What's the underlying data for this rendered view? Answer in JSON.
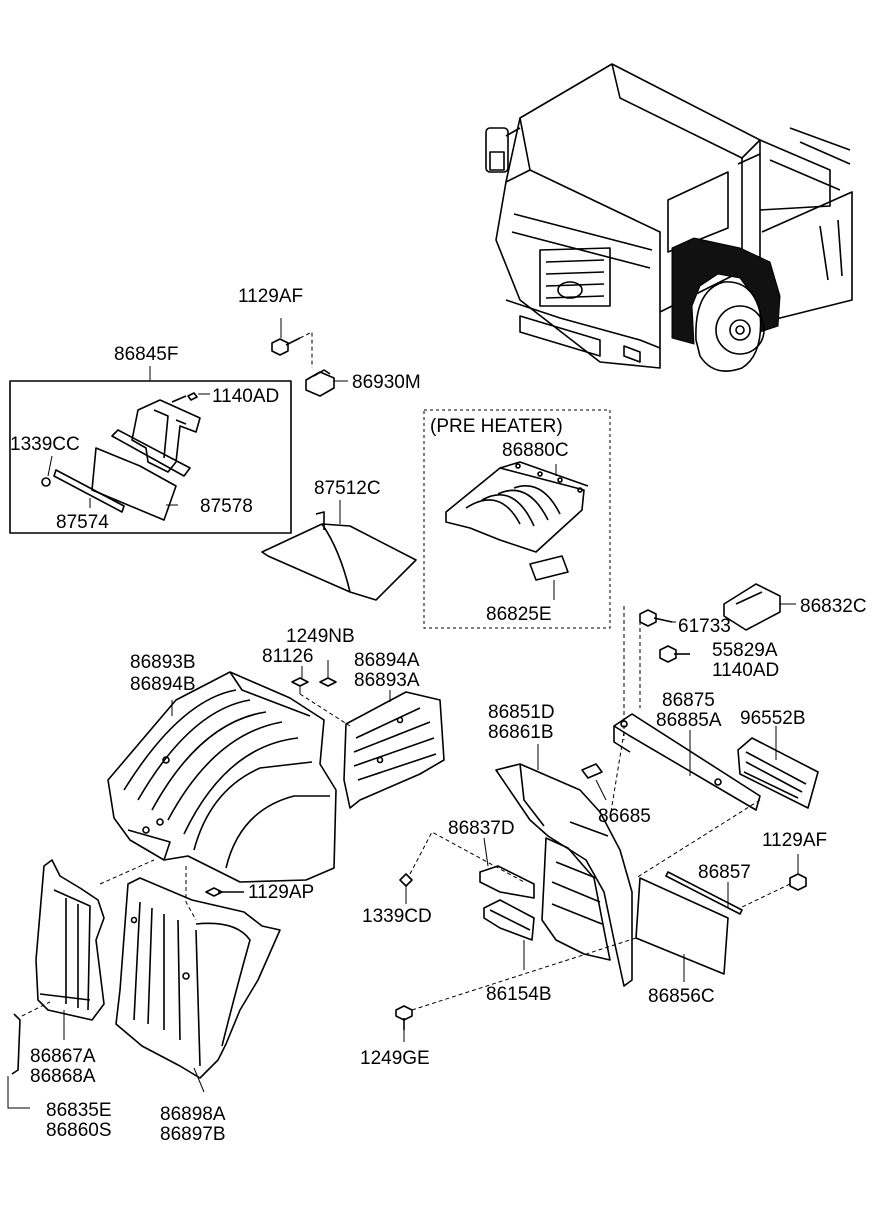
{
  "labels": {
    "l_1129AF_top": "1129AF",
    "l_86845F": "86845F",
    "l_86930M": "86930M",
    "l_1140AD_left": "1140AD",
    "l_1339CC": "1339CC",
    "l_87578": "87578",
    "l_87574": "87574",
    "l_pre_heater": "(PRE HEATER)",
    "l_86880C": "86880C",
    "l_87512C": "87512C",
    "l_86825E": "86825E",
    "l_86832C": "86832C",
    "l_61733": "61733",
    "l_1249NB": "1249NB",
    "l_81126": "81126",
    "l_86893B": "86893B",
    "l_86894B": "86894B",
    "l_86894A": "86894A",
    "l_86893A": "86893A",
    "l_55829A": "55829A",
    "l_1140AD_right": "1140AD",
    "l_86875": "86875",
    "l_86885A": "86885A",
    "l_96552B": "96552B",
    "l_86851D": "86851D",
    "l_86861B": "86861B",
    "l_86685": "86685",
    "l_86837D": "86837D",
    "l_1129AF_right": "1129AF",
    "l_1129AP": "1129AP",
    "l_86857": "86857",
    "l_1339CD": "1339CD",
    "l_86154B": "86154B",
    "l_86856C": "86856C",
    "l_86867A": "86867A",
    "l_86868A": "86868A",
    "l_1249GE": "1249GE",
    "l_86835E": "86835E",
    "l_86860S": "86860S",
    "l_86898A": "86898A",
    "l_86897B": "86897B"
  }
}
